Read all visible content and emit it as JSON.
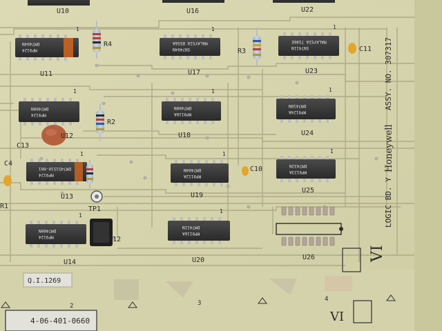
{
  "board": {
    "assy_label": "ASSY. NO. 307317",
    "brand": "Honeywell",
    "board_name": "LOGIC BD. Y",
    "qi_label": "Q.I.1269",
    "part_label": "4-06-401-0660",
    "roman_main": "VI",
    "roman_small": "VI"
  },
  "markers": {
    "m2": "2",
    "m3": "3",
    "m4": "4"
  },
  "refs": {
    "U10": "U10",
    "U16": "U16",
    "U22": "U22",
    "U11": "U11",
    "U17": "U17",
    "U23": "U23",
    "U12": "U12",
    "U18": "U18",
    "U24": "U24",
    "U13": "U13",
    "U19": "U19",
    "U25": "U25",
    "U14": "U14",
    "U20": "U20",
    "U26": "U26",
    "R1": "R1",
    "R2": "R2",
    "R3": "R3",
    "R4": "R4",
    "C4": "C4",
    "C10": "C10",
    "C11": "C11",
    "C12": "C12",
    "C13": "C13",
    "TP1": "TP1"
  },
  "chips": {
    "U11": {
      "line1": "MP9124",
      "line2": "DM7404N"
    },
    "U17": {
      "line1": "SN7404N",
      "line2": "MALAYSIA 8556A"
    },
    "U23": {
      "line1": "SN7411N",
      "line2": "MALAYSIA 7186E"
    },
    "U12": {
      "line1": "MP9124",
      "line2": "DM7400N"
    },
    "U18": {
      "line1": "MP9110A",
      "line2": "DM7400N"
    },
    "U24": {
      "line1": "MP9124A",
      "line2": "DM7410N"
    },
    "U13": {
      "line1": "MP9124",
      "line2": "DM7451510-001"
    },
    "U19": {
      "line1": "MP9112A",
      "line2": "DM7404N"
    },
    "U25": {
      "line1": "MP9123A",
      "line2": "DM7432N"
    },
    "U14": {
      "line1": "MP9124",
      "line2": "DM7400N"
    },
    "U20": {
      "line1": "MP9116A",
      "line2": "DM7411N"
    }
  }
}
